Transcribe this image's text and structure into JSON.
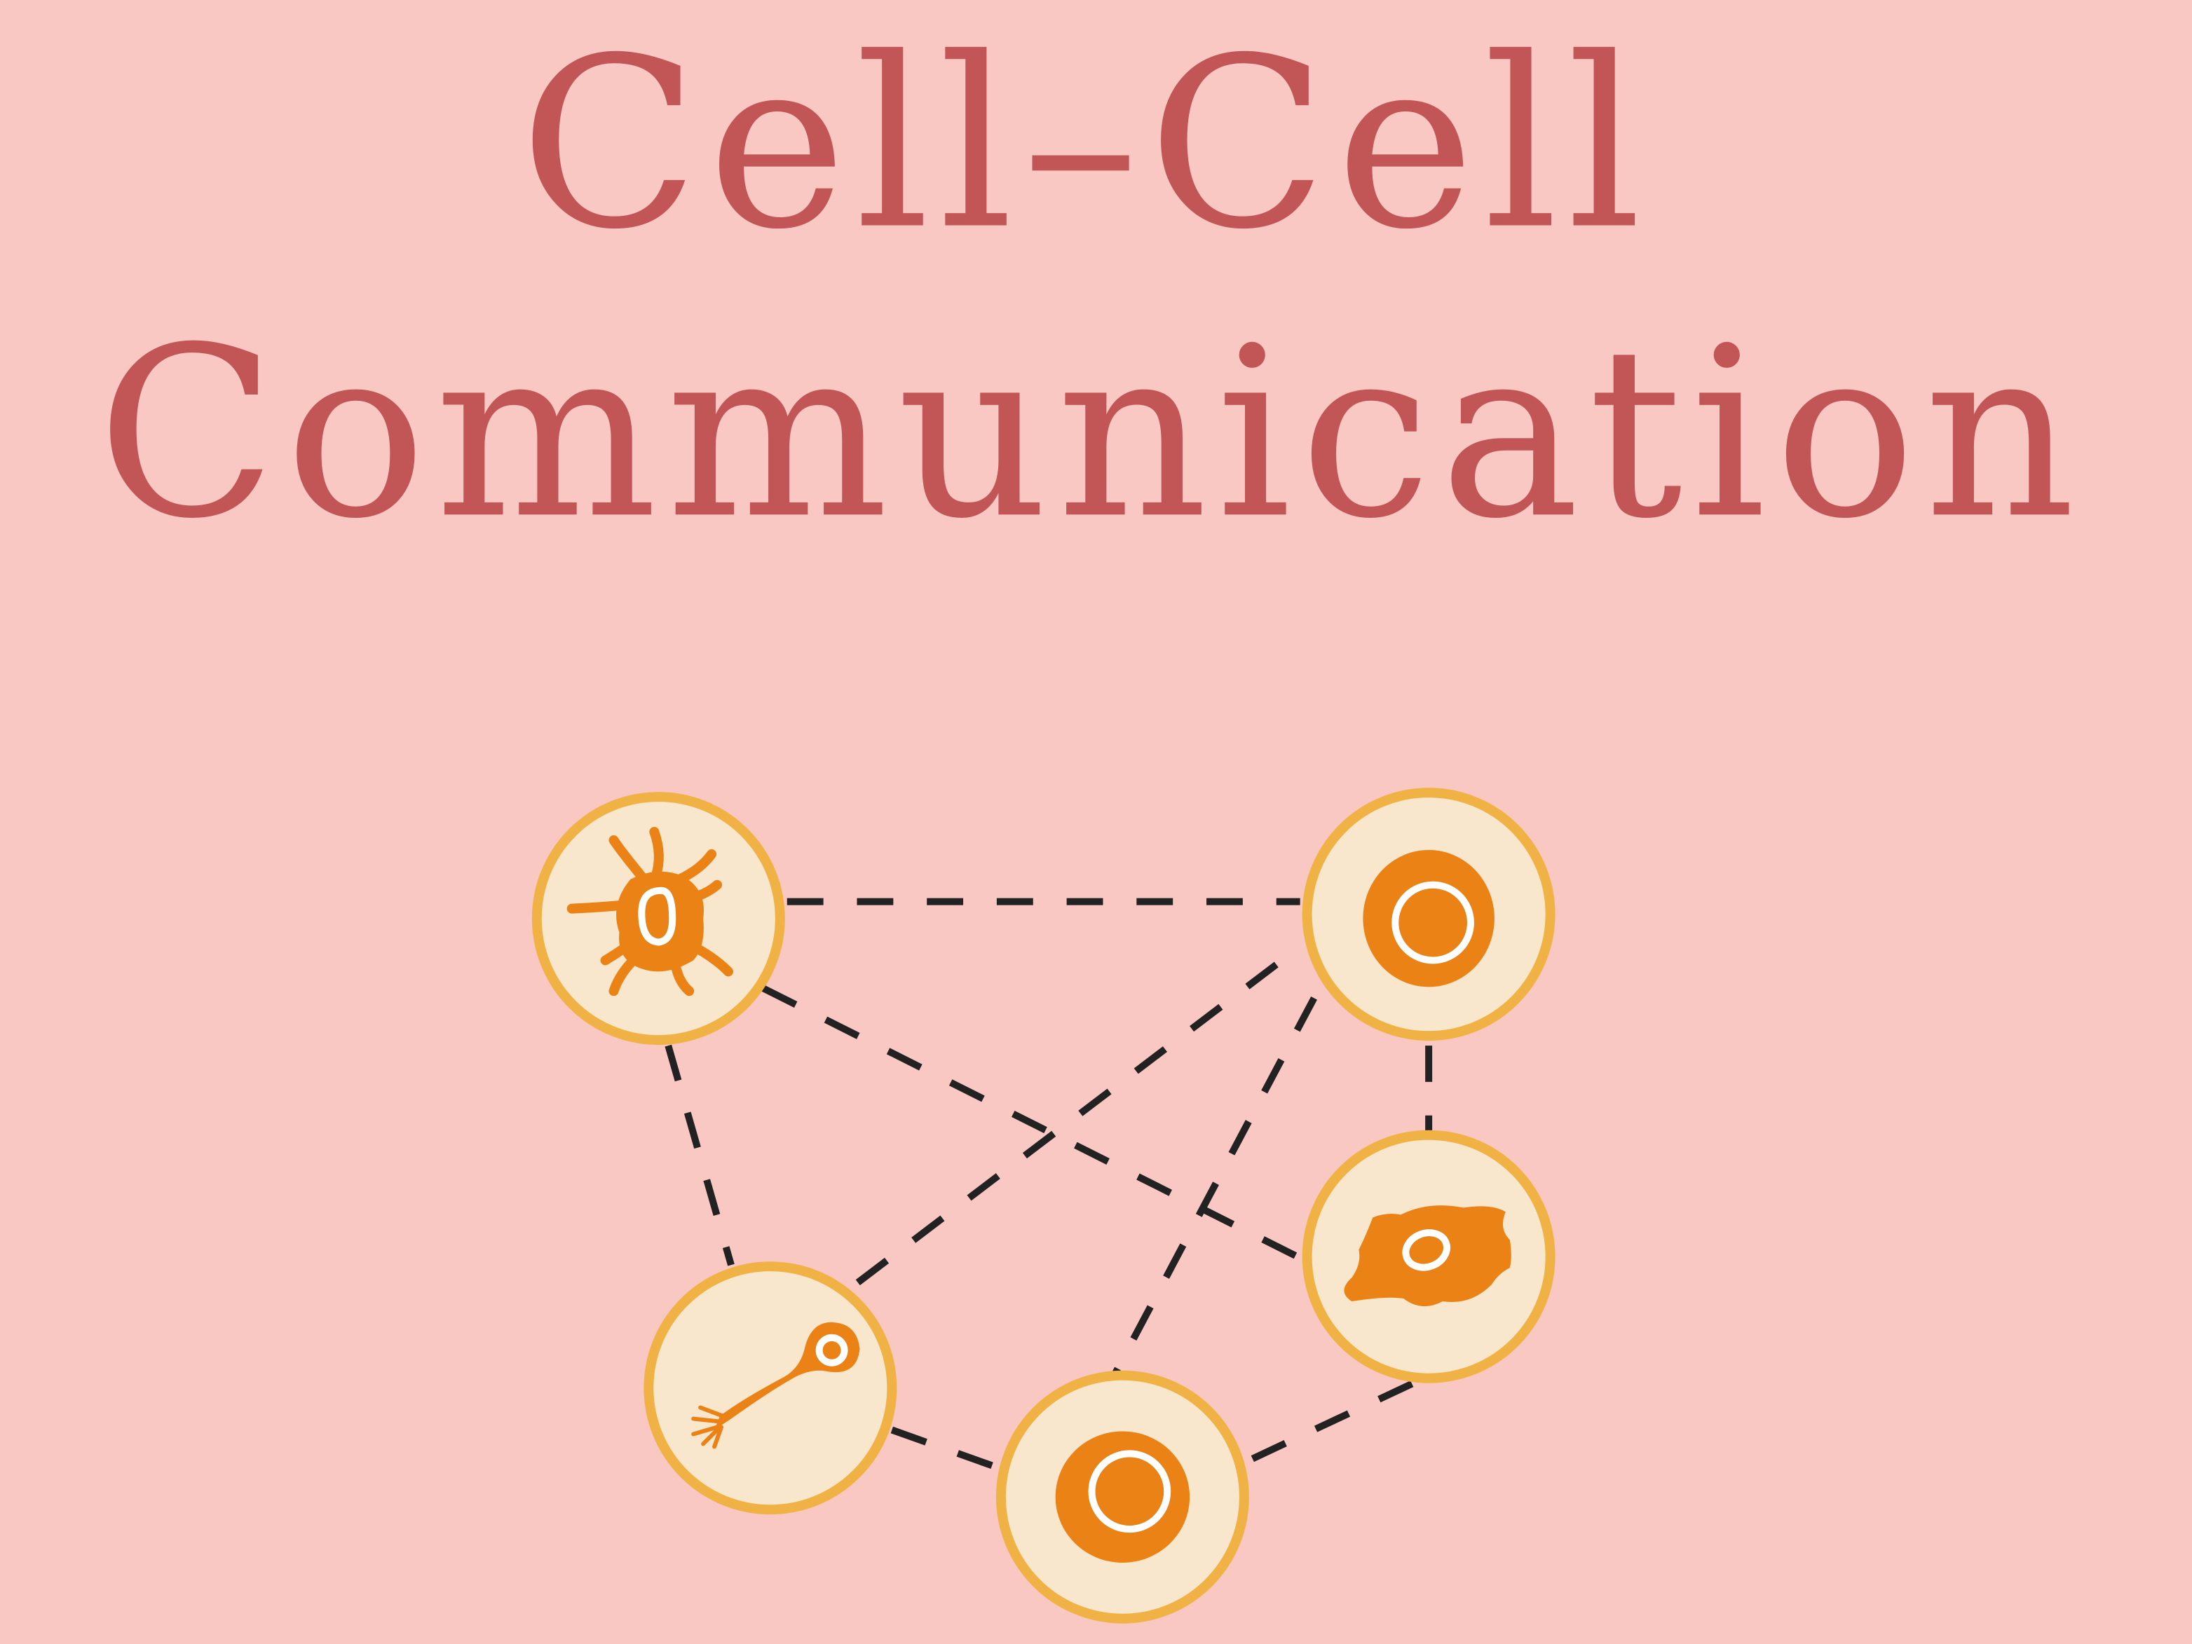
{
  "title": {
    "line1": "Cell–Cell",
    "line2": "Communication"
  },
  "colors": {
    "background": "#f9c8c3",
    "title": "#c25656",
    "cell_fill": "#f8e7cc",
    "cell_ring": "#f1b245",
    "cell_body": "#eb8216",
    "link": "#222222"
  },
  "cells": [
    {
      "id": "dendritic-cell"
    },
    {
      "id": "round-cell-top-right"
    },
    {
      "id": "amoeboid-cell"
    },
    {
      "id": "neuron-cell"
    },
    {
      "id": "round-cell-bottom"
    }
  ]
}
